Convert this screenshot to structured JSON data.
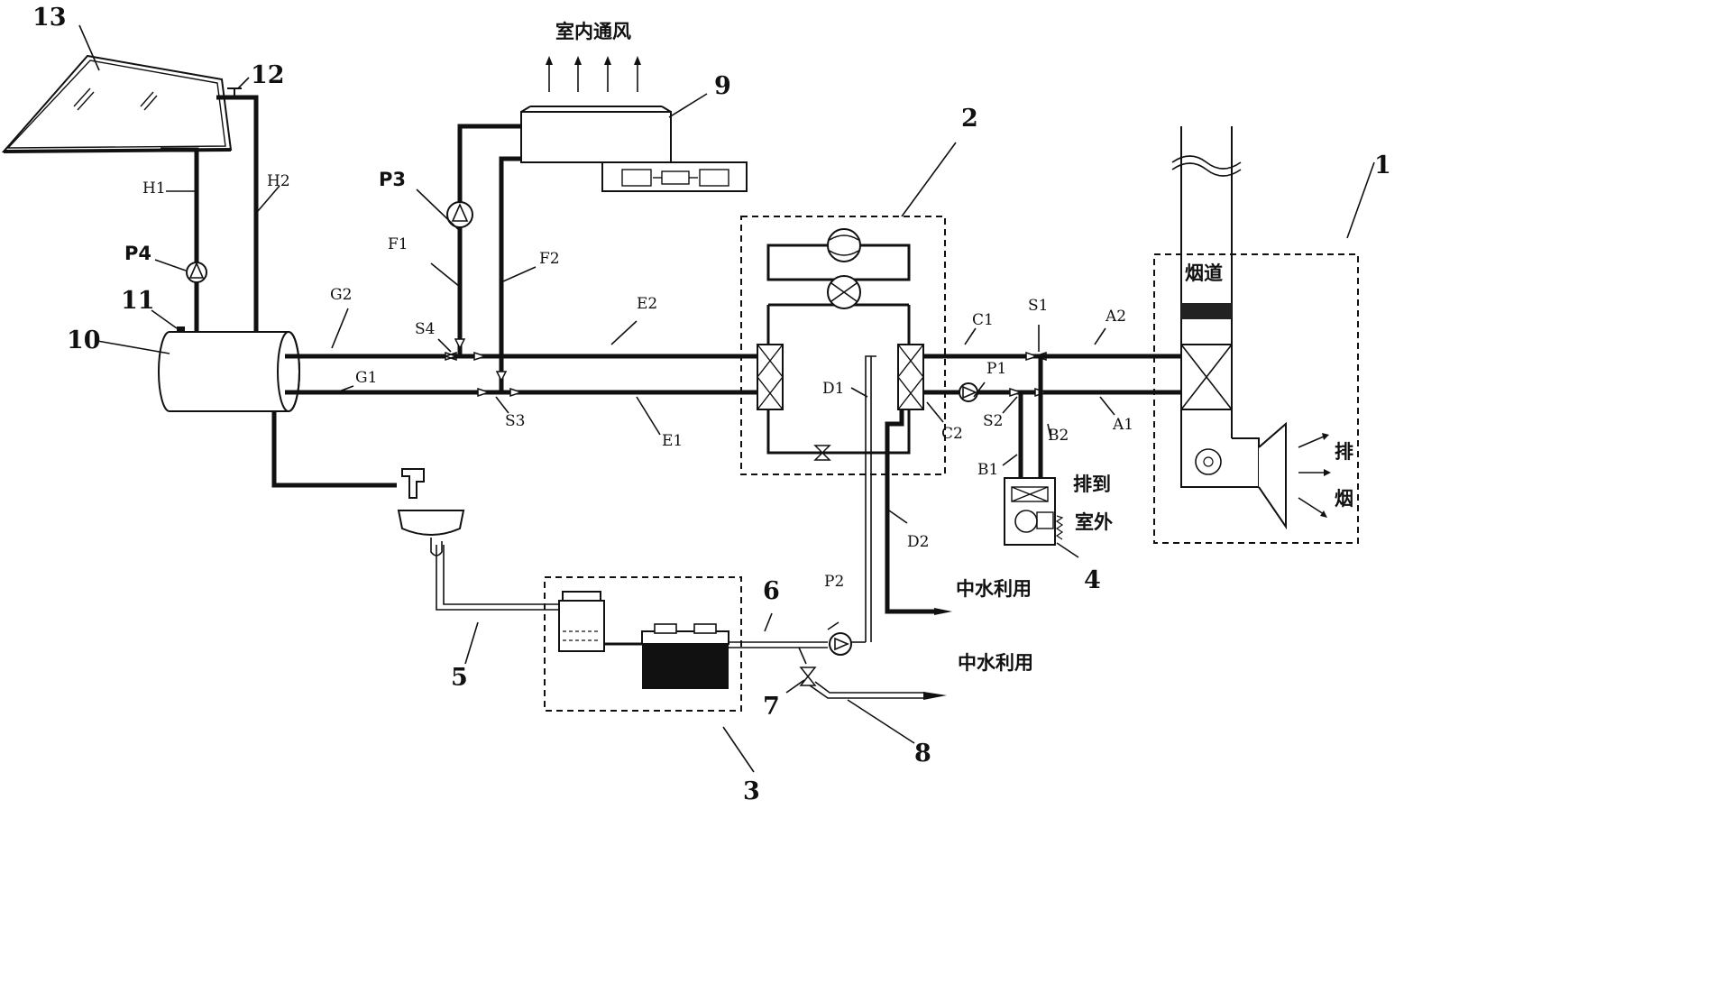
{
  "components": [
    {
      "id": "1",
      "label": "1"
    },
    {
      "id": "2",
      "label": "2"
    },
    {
      "id": "3",
      "label": "3"
    },
    {
      "id": "4",
      "label": "4"
    },
    {
      "id": "5",
      "label": "5"
    },
    {
      "id": "6",
      "label": "6"
    },
    {
      "id": "7",
      "label": "7"
    },
    {
      "id": "8",
      "label": "8"
    },
    {
      "id": "9",
      "label": "9"
    },
    {
      "id": "10",
      "label": "10"
    },
    {
      "id": "11",
      "label": "11"
    },
    {
      "id": "12",
      "label": "12"
    },
    {
      "id": "13",
      "label": "13"
    }
  ],
  "pipes": {
    "A1": "A1",
    "A2": "A2",
    "B1": "B1",
    "B2": "B2",
    "C1": "C1",
    "C2": "C2",
    "D1": "D1",
    "D2": "D2",
    "E1": "E1",
    "E2": "E2",
    "F1": "F1",
    "F2": "F2",
    "G1": "G1",
    "G2": "G2",
    "H1": "H1",
    "H2": "H2"
  },
  "pumps": {
    "P1": "P1",
    "P2": "P2",
    "P3": "P3",
    "P4": "P4"
  },
  "valves": {
    "S1": "S1",
    "S2": "S2",
    "S3": "S3",
    "S4": "S4"
  },
  "annotations": {
    "indoor_ventilation": "室内通风",
    "flue": "烟道",
    "exhaust_smoke_1": "排",
    "exhaust_smoke_2": "烟",
    "discharge_outdoor_1": "排到",
    "discharge_outdoor_2": "室外",
    "reclaimed_water_1": "中水利用",
    "reclaimed_water_2": "中水利用"
  }
}
